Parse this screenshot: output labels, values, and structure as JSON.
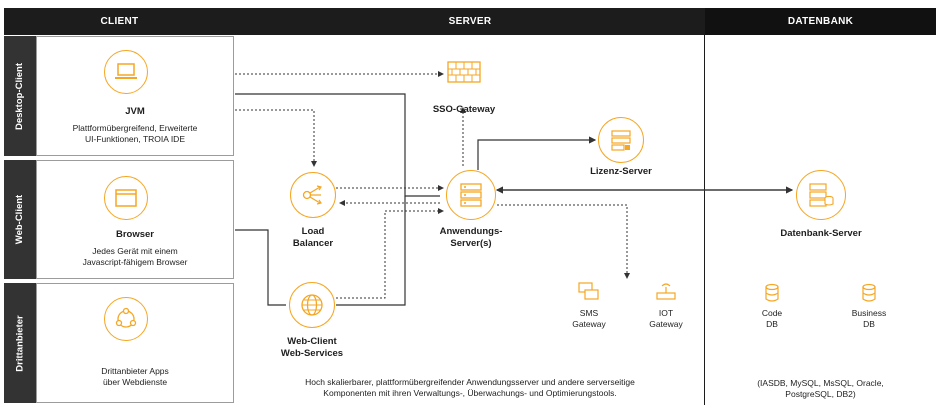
{
  "headers": {
    "client": "CLIENT",
    "server": "SERVER",
    "datenbank": "DATENBANK"
  },
  "client": {
    "desktop": {
      "side_label": "Desktop-Client",
      "title": "JVM",
      "desc_line1": "Plattformübergreifend, Erweiterte",
      "desc_line2": "UI-Funktionen, TROIA IDE"
    },
    "web": {
      "side_label": "Web-Client",
      "title": "Browser",
      "desc_line1": "Jedes Gerät mit einem",
      "desc_line2": "Javascript-fähigem Browser"
    },
    "third": {
      "side_label": "Drittanbieter",
      "desc_line1": "Drittanbieter Apps",
      "desc_line2": "über Webdienste"
    }
  },
  "server": {
    "sso": "SSO-Gateway",
    "lizenz": "Lizenz-Server",
    "lb_line1": "Load",
    "lb_line2": "Balancer",
    "app_line1": "Anwendungs-",
    "app_line2": "Server(s)",
    "ws_line1": "Web-Client",
    "ws_line2": "Web-Services",
    "sms_line1": "SMS",
    "sms_line2": "Gateway",
    "iot_line1": "IOT",
    "iot_line2": "Gateway",
    "footer_line1": "Hoch skalierbarer, plattformübergreifender Anwendungsserver und andere serverseitige",
    "footer_line2": "Komponenten mit ihren Verwaltungs-, Überwachungs- und Optimierungstools."
  },
  "db": {
    "title": "Datenbank-Server",
    "code_line1": "Code",
    "code_line2": "DB",
    "biz_line1": "Business",
    "biz_line2": "DB",
    "footer_line1": "(IASDB, MySQL, MsSQL, Oracle,",
    "footer_line2": "PostgreSQL, DB2)"
  },
  "colors": {
    "accent": "#f5a623",
    "header_bg": "#1c1c1c",
    "side_bg": "#333333"
  },
  "icons": [
    "laptop-icon",
    "browser-window-icon",
    "network-share-icon",
    "load-balancer-icon",
    "globe-icon",
    "firewall-icon",
    "server-stack-icon",
    "license-server-icon",
    "database-server-icon",
    "chat-icon",
    "router-icon",
    "database-icon"
  ]
}
